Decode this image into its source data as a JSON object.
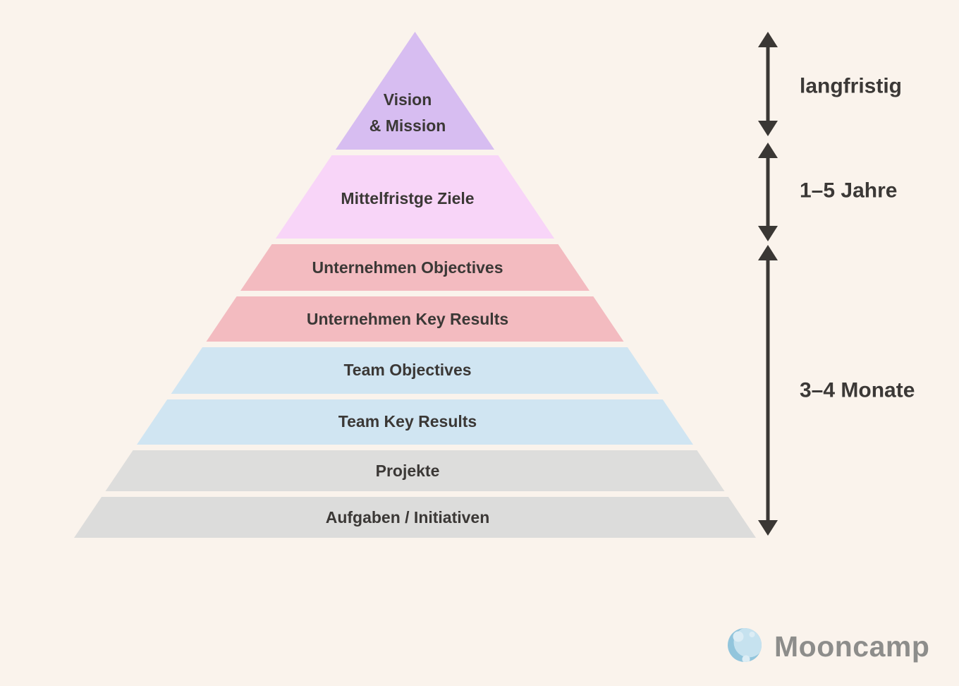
{
  "diagram": {
    "background_color": "#faf3ec",
    "text_color": "#3b3836",
    "pyramid_layers": [
      {
        "lines": [
          "Vision",
          "& Mission"
        ],
        "color": "#d7bdf1"
      },
      {
        "label": "Mittelfristge Ziele",
        "color": "#f8d5f8"
      },
      {
        "label": "Unternehmen Objectives",
        "color": "#f3bbc0"
      },
      {
        "label": "Unternehmen Key Results",
        "color": "#f3bbc0"
      },
      {
        "label": "Team Objectives",
        "color": "#d0e5f2"
      },
      {
        "label": "Team Key Results",
        "color": "#d0e5f2"
      },
      {
        "label": "Projekte",
        "color": "#dddddc"
      },
      {
        "label": "Aufgaben / Initiativen",
        "color": "#dcdcdb"
      }
    ],
    "timescale": {
      "arrow_color": "#3a3734",
      "labels": [
        "langfristig",
        "1–5 Jahre",
        "3–4 Monate"
      ]
    }
  },
  "logo": {
    "text": "Mooncamp",
    "text_color": "#8d8d8b",
    "moon_base_color": "#c6e2ef",
    "moon_crescent_color": "#92c5dc",
    "moon_crater_color": "#dcedf5"
  }
}
